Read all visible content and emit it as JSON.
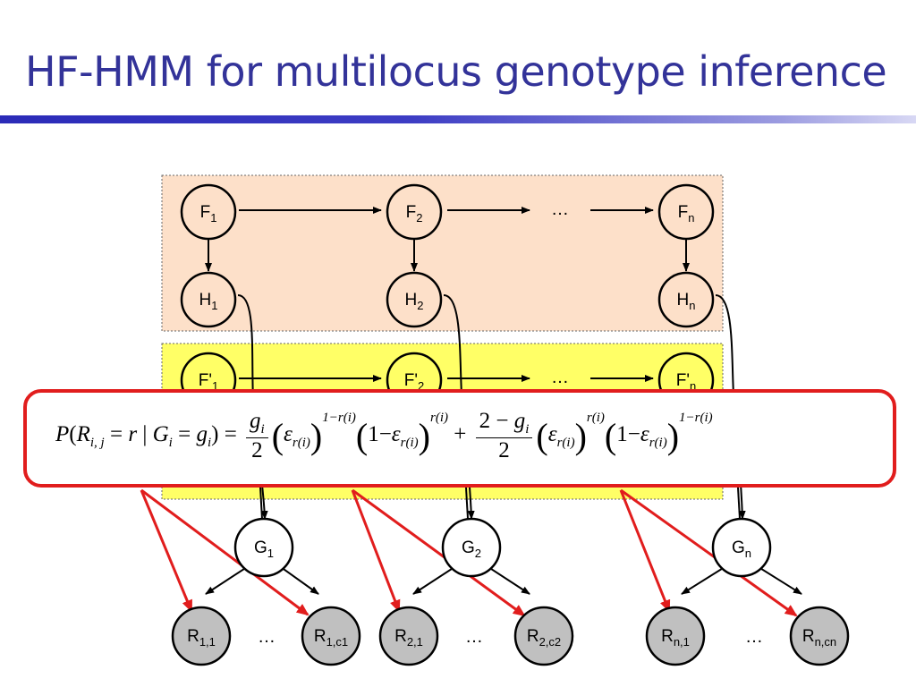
{
  "slide": {
    "title": "HF-HMM for multilocus genotype inference"
  },
  "diagram": {
    "founder_nodes": [
      {
        "base": "F",
        "sub": "1"
      },
      {
        "base": "F",
        "sub": "2"
      },
      {
        "base": "F",
        "sub": "n"
      }
    ],
    "haplotype_nodes": [
      {
        "base": "H",
        "sub": "1"
      },
      {
        "base": "H",
        "sub": "2"
      },
      {
        "base": "H",
        "sub": "n"
      }
    ],
    "founder2_nodes": [
      {
        "base": "F'",
        "sub": "1"
      },
      {
        "base": "F'",
        "sub": "2"
      },
      {
        "base": "F'",
        "sub": "n"
      }
    ],
    "genotype_nodes": [
      {
        "base": "G",
        "sub": "1"
      },
      {
        "base": "G",
        "sub": "2"
      },
      {
        "base": "G",
        "sub": "n"
      }
    ],
    "read_nodes": [
      {
        "base": "R",
        "sub": "1,1"
      },
      {
        "base": "R",
        "sub": "1,c1"
      },
      {
        "base": "R",
        "sub": "2,1"
      },
      {
        "base": "R",
        "sub": "2,c2"
      },
      {
        "base": "R",
        "sub": "n,1"
      },
      {
        "base": "R",
        "sub": "n,cn"
      }
    ],
    "ellipsis": "…",
    "colors": {
      "upper_panel": "#fde0c9",
      "lower_panel": "#ffff66",
      "red_arrow": "#e11d1d",
      "read_fill": "#c0c0c0",
      "title": "#333399"
    }
  },
  "formula": {
    "text": "P(R_{i,j} = r | G_i = g_i) = (g_i / 2) (ε_{r(i)})^{1−r(i)} (1−ε_{r(i)})^{r(i)} + ((2−g_i) / 2) (ε_{r(i)})^{r(i)} (1−ε_{r(i)})^{1−r(i)}"
  }
}
